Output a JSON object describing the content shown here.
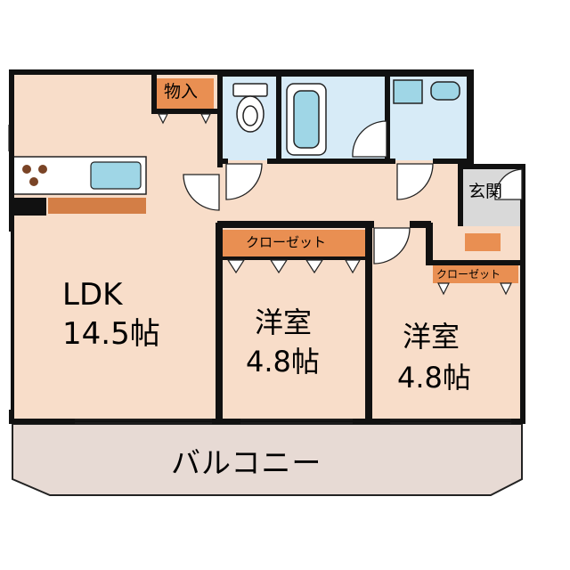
{
  "rooms": {
    "ldk_name": "LDK",
    "ldk_size": "14.5帖",
    "bed1_name": "洋室",
    "bed1_size": "4.8帖",
    "bed2_name": "洋室",
    "bed2_size": "4.8帖",
    "storage": "物入",
    "closet_large": "クローゼット",
    "closet_small": "クローゼット",
    "entrance": "玄関",
    "balcony": "バルコニー"
  },
  "colors": {
    "wall": "#111111",
    "room_fill": "#f8ddc9",
    "wet_fill": "#d7ebf7",
    "balcony_fill": "#e7dad4",
    "entrance_fill": "#d9d9d9",
    "closet_fill": "#e98f52",
    "counter_fill": "#d37e46",
    "stove_fill": "#7a4426",
    "sink_fill": "#9fd6e6"
  }
}
